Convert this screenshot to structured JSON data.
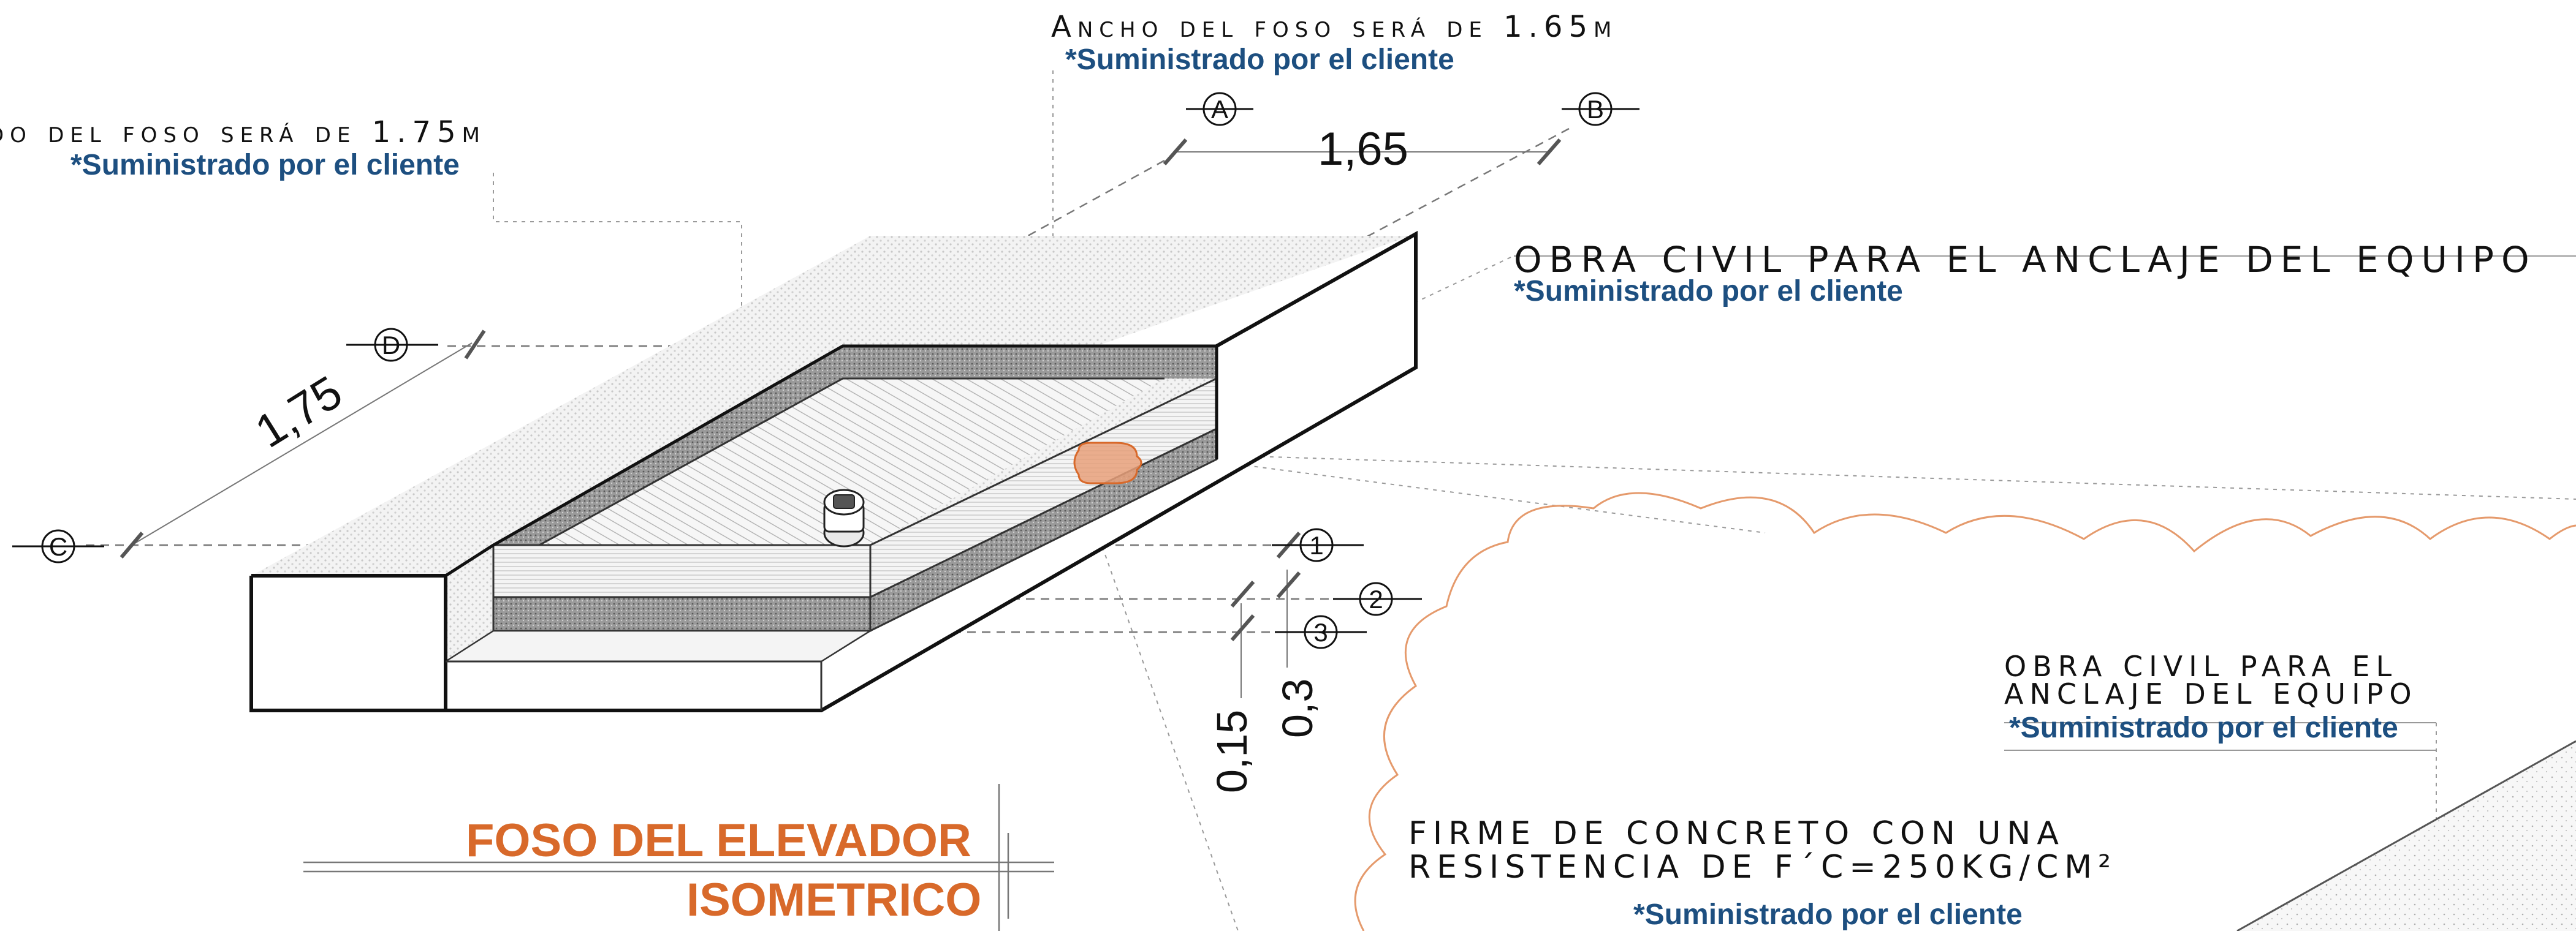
{
  "annotations": {
    "width_note": {
      "title": "Ancho del foso será de 1.65m",
      "supplied": "*Suministrado por el cliente"
    },
    "depth_note": {
      "title": "do del foso será de 1.75m",
      "supplied": "*Suministrado por el cliente"
    },
    "anchorage_note": {
      "title": "OBRA CIVIL PARA EL ANCLAJE DEL EQUIPO",
      "supplied": "*Suministrado por el cliente"
    },
    "anchorage_note_small": {
      "line1": "OBRA CIVIL PARA EL",
      "line2": "ANCLAJE DEL EQUIPO",
      "supplied": "*Suministrado por el cliente"
    },
    "concrete_note": {
      "line1": "FIRME DE CONCRETO CON UNA",
      "line2": "RESISTENCIA DE F´C=250KG/CM²",
      "supplied": "*Suministrado por el cliente"
    }
  },
  "dimensions": {
    "width": "1,65",
    "length": "1,75",
    "height_1": "0,15",
    "height_2": "0,3"
  },
  "grid_axes": {
    "A": "A",
    "B": "B",
    "C": "C",
    "D": "D",
    "level_1": "1",
    "level_2": "2",
    "level_3": "3"
  },
  "titles": {
    "main": "FOSO DEL ELEVADOR",
    "sub": "ISOMETRICO"
  },
  "colors": {
    "accent_orange": "#d8692a",
    "note_blue": "#1d4f80",
    "cloud_outline": "#e59a6c",
    "hatch_orange": "#e8a07a"
  }
}
